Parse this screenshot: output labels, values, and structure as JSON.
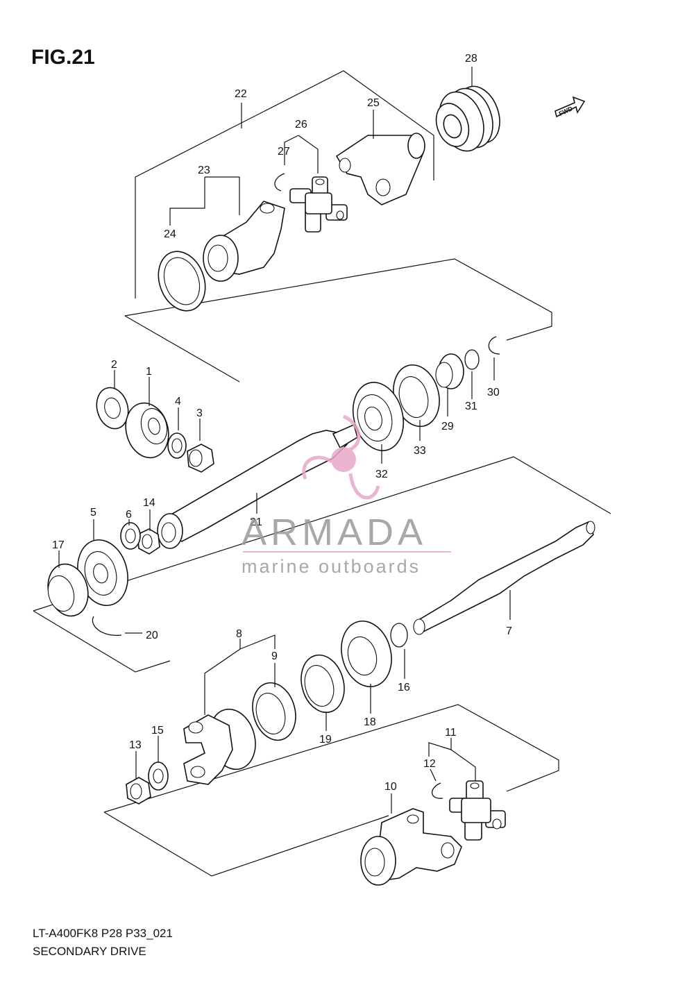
{
  "figure": {
    "title": "FIG.21"
  },
  "footer": {
    "code": "LT-A400FK8 P28 P33_021",
    "caption": "SECONDARY DRIVE"
  },
  "direction_badge": {
    "label": "FWD"
  },
  "callouts": [
    {
      "id": "22",
      "label": "22"
    },
    {
      "id": "23",
      "label": "23"
    },
    {
      "id": "24",
      "label": "24"
    },
    {
      "id": "25",
      "label": "25"
    },
    {
      "id": "26",
      "label": "26"
    },
    {
      "id": "27",
      "label": "27"
    },
    {
      "id": "28",
      "label": "28"
    },
    {
      "id": "2",
      "label": "2"
    },
    {
      "id": "1",
      "label": "1"
    },
    {
      "id": "4",
      "label": "4"
    },
    {
      "id": "3",
      "label": "3"
    },
    {
      "id": "30",
      "label": "30"
    },
    {
      "id": "31",
      "label": "31"
    },
    {
      "id": "29",
      "label": "29"
    },
    {
      "id": "33",
      "label": "33"
    },
    {
      "id": "32",
      "label": "32"
    },
    {
      "id": "21",
      "label": "21"
    },
    {
      "id": "5",
      "label": "5"
    },
    {
      "id": "6",
      "label": "6"
    },
    {
      "id": "14",
      "label": "14"
    },
    {
      "id": "17",
      "label": "17"
    },
    {
      "id": "20",
      "label": "20"
    },
    {
      "id": "7",
      "label": "7"
    },
    {
      "id": "8",
      "label": "8"
    },
    {
      "id": "9",
      "label": "9"
    },
    {
      "id": "16",
      "label": "16"
    },
    {
      "id": "18",
      "label": "18"
    },
    {
      "id": "19",
      "label": "19"
    },
    {
      "id": "15",
      "label": "15"
    },
    {
      "id": "13",
      "label": "13"
    },
    {
      "id": "11",
      "label": "11"
    },
    {
      "id": "12",
      "label": "12"
    },
    {
      "id": "10",
      "label": "10"
    }
  ],
  "watermark": {
    "brand": "ARMADA",
    "tagline": "marine outboards",
    "brand_color": "#e8a7c8",
    "text_color": "#999999"
  }
}
